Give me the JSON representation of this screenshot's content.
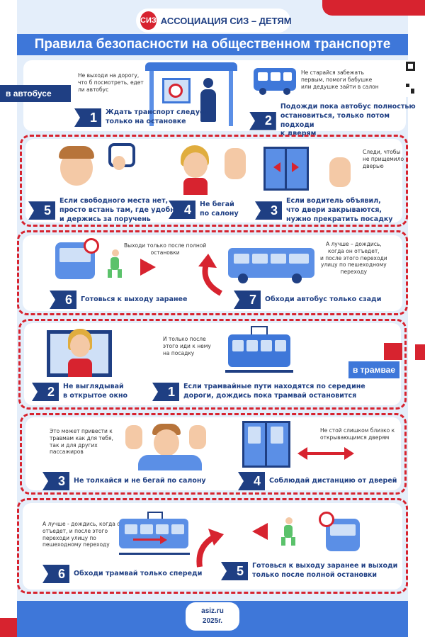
{
  "header": {
    "logo_mark": "СИЗ",
    "logo_text": "АССОЦИАЦИЯ СИЗ – ДЕТЯМ",
    "title": "Правила безопасности на общественном транспорте"
  },
  "sections": {
    "bus": "в автобусе",
    "tram": "в трамвае"
  },
  "bus_steps": [
    {
      "num": "1",
      "text1": "Ждать транспорт следует",
      "text2": "только на остановке"
    },
    {
      "num": "2",
      "text1": "Подожди пока автобус полностью",
      "text2": "остановиться, только потом подходи",
      "text3": "к дверям"
    },
    {
      "num": "3",
      "text1": "Если водитель объявил,",
      "text2": "что двери закрываются,",
      "text3": "нужно прекратить посадку"
    },
    {
      "num": "4",
      "text1": "Не бегай",
      "text2": "по салону"
    },
    {
      "num": "5",
      "text1": "Если свободного места нет,",
      "text2": "просто встань там, где удобно",
      "text3": "и держись за поручень"
    },
    {
      "num": "6",
      "text1": "Готовься к выходу заранее"
    },
    {
      "num": "7",
      "text1": "Обходи автобус только сзади"
    }
  ],
  "bus_notes": {
    "n1a": "Не выходи на дорогу,",
    "n1b": "что б посмотреть, едет",
    "n1c": "ли автобус",
    "n2a": "Не старайся забежать",
    "n2b": "первым, помоги бабушке",
    "n2c": "или дедушке зайти в салон",
    "n3a": "Следи, чтобы",
    "n3b": "не прищемило",
    "n3c": "дверью",
    "n6a": "Выходи только после полной",
    "n6b": "остановки",
    "n7a": "А лучше – дождись,",
    "n7b": "когда он отъедет,",
    "n7c": "и после этого переходи",
    "n7d": "улицу по пешеходному",
    "n7e": "переходу"
  },
  "tram_steps": [
    {
      "num": "1",
      "text1": "Если трамвайные пути находятся по середине",
      "text2": "дороги, дождись пока трамвай остановится"
    },
    {
      "num": "2",
      "text1": "Не выглядывай",
      "text2": "в открытое окно"
    },
    {
      "num": "3",
      "text1": "Не толкайся и не бегай по салону"
    },
    {
      "num": "4",
      "text1": "Соблюдай дистанцию от дверей"
    },
    {
      "num": "5",
      "text1": "Готовься к выходу заранее и выходи",
      "text2": "только после полной остановки"
    },
    {
      "num": "6",
      "text1": "Обходи трамвай только спереди"
    }
  ],
  "tram_notes": {
    "n1a": "И только после",
    "n1b": "этого иди к нему",
    "n1c": "на посадку",
    "n3a": "Это может привести к",
    "n3b": "травмам как для тебя,",
    "n3c": "так и для других",
    "n3d": "пассажиров",
    "n4a": "Не стой слишком близко к",
    "n4b": "открывающимся дверям",
    "n6a": "А лучше - дождись, когда он",
    "n6b": "отъедет, и после этого",
    "n6c": "переходи улицу по",
    "n6d": "пешеходному переходу"
  },
  "footer": {
    "site": "asiz.ru",
    "year": "2025г."
  },
  "colors": {
    "navy": "#1f3f83",
    "blue": "#3e77d9",
    "red": "#d7232f",
    "light": "#e4eefa"
  }
}
